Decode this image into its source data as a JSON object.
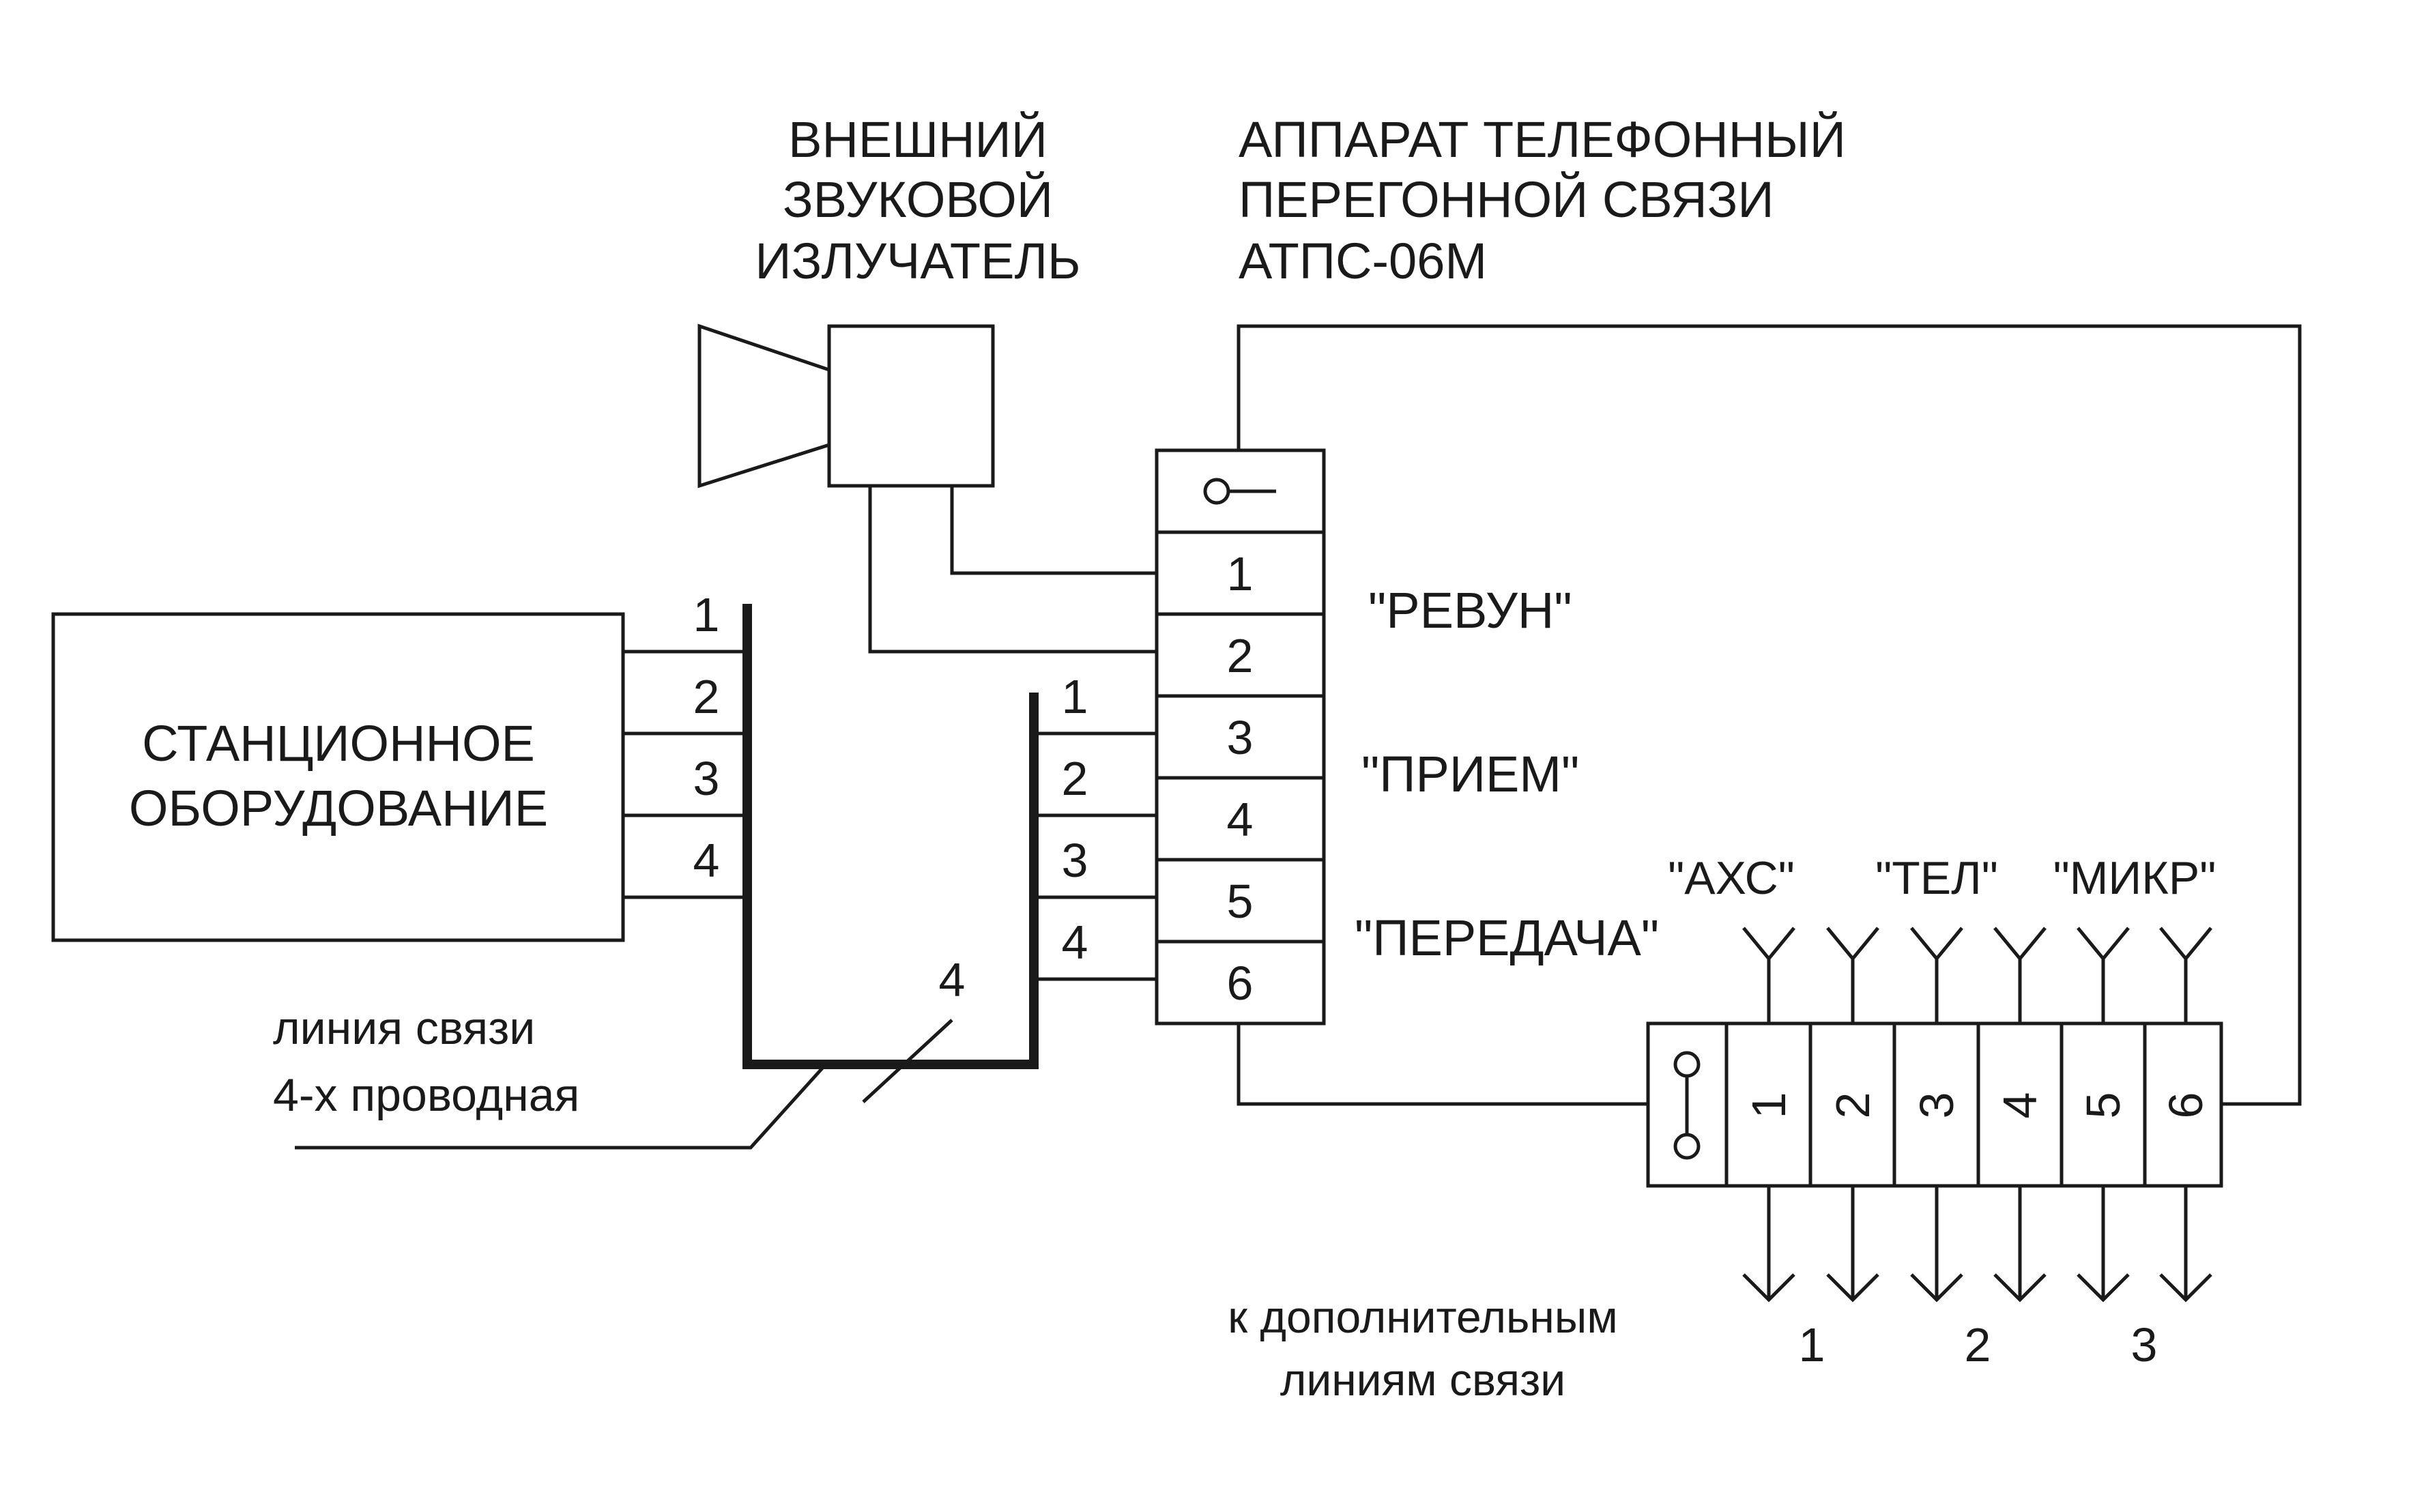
{
  "labels": {
    "emitter_title": [
      "ВНЕШНИЙ",
      "ЗВУКОВОЙ",
      "ИЗЛУЧАТЕЛЬ"
    ],
    "device_title": [
      "АППАРАТ ТЕЛЕФОННЫЙ",
      "ПЕРЕГОННОЙ СВЯЗИ",
      "АТПС-06М"
    ],
    "station_equipment": [
      "СТАНЦИОННОЕ",
      "ОБОРУДОВАНИЕ"
    ],
    "line_caption": [
      "линия связи",
      "4-х проводная"
    ],
    "bundle_count": "4",
    "signal_revun": "\"РЕВУН\"",
    "signal_priem": "\"ПРИЕМ\"",
    "signal_peredacha": "\"ПЕРЕДАЧА\"",
    "jack_axc": "\"АХС\"",
    "jack_tel": "\"ТЕЛ\"",
    "jack_mikr": "\"МИКР\"",
    "extra_lines_caption": [
      "к дополнительным",
      "линиям связи"
    ]
  },
  "station_wires": [
    "1",
    "2",
    "3",
    "4"
  ],
  "device_wires": [
    "1",
    "2",
    "3",
    "4"
  ],
  "device_terminals": [
    "1",
    "2",
    "3",
    "4",
    "5",
    "6"
  ],
  "lower_terminals": [
    "1",
    "2",
    "3",
    "4",
    "5",
    "6"
  ],
  "extra_lines": [
    "1",
    "2",
    "3"
  ]
}
